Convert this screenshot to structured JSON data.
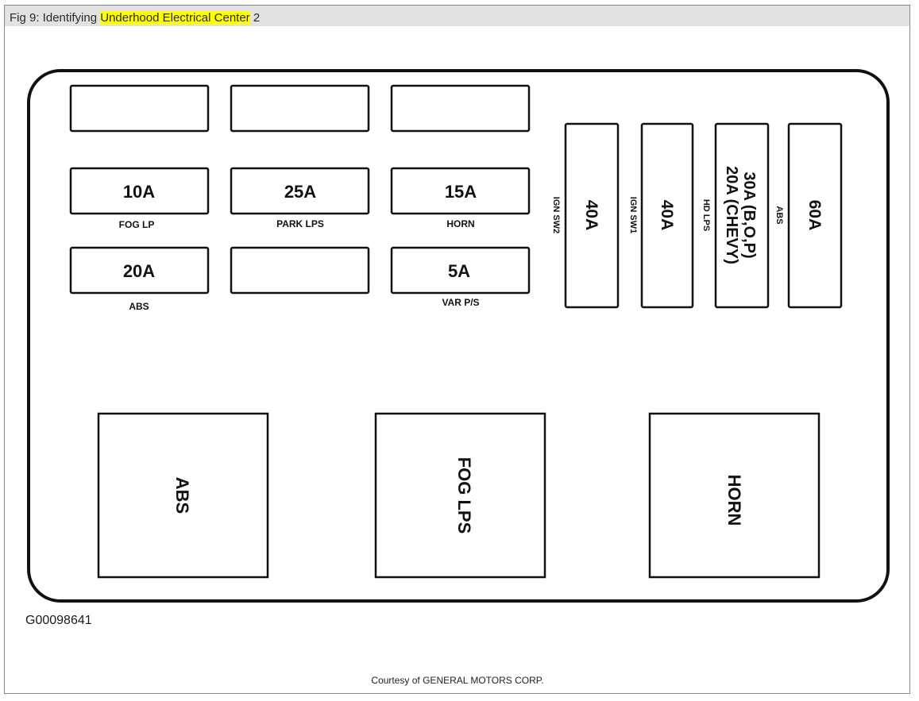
{
  "caption": {
    "prefix": "Fig 9: Identifying ",
    "highlight": "Underhood Electrical Center",
    "suffix": " 2",
    "highlight_color": "#ffff00"
  },
  "figure_id": "G00098641",
  "credit": "Courtesy of GENERAL MOTORS CORP.",
  "mini_fuses": {
    "row1": [
      "",
      "",
      ""
    ],
    "row2": [
      {
        "rating": "10A",
        "circuit": "FOG LP"
      },
      {
        "rating": "25A",
        "circuit": "PARK LPS"
      },
      {
        "rating": "15A",
        "circuit": "HORN"
      }
    ],
    "row3": [
      {
        "rating": "20A",
        "circuit": "ABS"
      },
      {
        "rating": "",
        "circuit": ""
      },
      {
        "rating": "5A",
        "circuit": "VAR P/S"
      }
    ]
  },
  "maxi_fuses": [
    {
      "rating": "40A",
      "circuit": "IGN SW2"
    },
    {
      "rating": "40A",
      "circuit": "IGN SW1"
    },
    {
      "rating_line1": "20A (CHEVY)",
      "rating_line2": "30A (B,O,P)",
      "circuit": "HD LPS"
    },
    {
      "rating": "60A",
      "circuit": "ABS"
    }
  ],
  "relays": [
    "ABS",
    "FOG LPS",
    "HORN"
  ]
}
